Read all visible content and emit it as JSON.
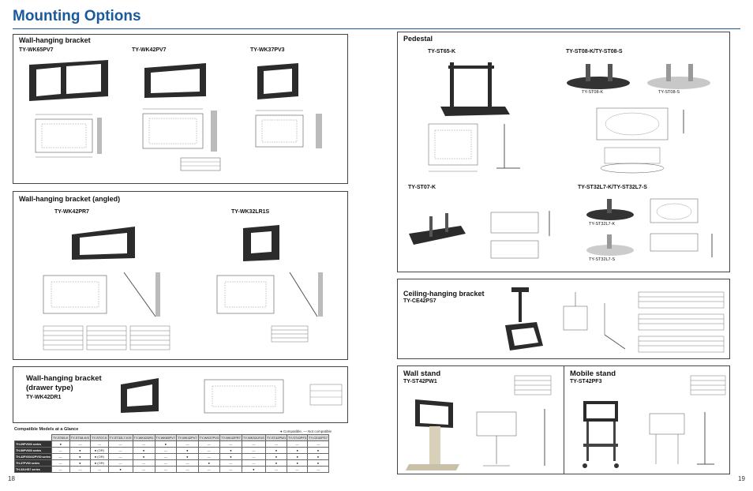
{
  "page_title": "Mounting Options",
  "page_numbers": {
    "left": "18",
    "right": "19"
  },
  "panels": {
    "wall_hanging": {
      "title": "Wall-hanging bracket",
      "models": [
        "TY-WK65PV7",
        "TY-WK42PV7",
        "TY-WK37PV3"
      ]
    },
    "wall_angled": {
      "title": "Wall-hanging bracket (angled)",
      "models": [
        "TY-WK42PR7",
        "TY-WK32LR1S"
      ]
    },
    "wall_drawer": {
      "title_line1": "Wall-hanging bracket",
      "title_line2": "(drawer type)",
      "model": "TY-WK42DR1"
    },
    "pedestal": {
      "title": "Pedestal",
      "models": [
        "TY-ST65-K",
        "TY-ST08-K/TY-ST08-S",
        "TY-ST07-K",
        "TY-ST32L7-K/TY-ST32L7-S"
      ],
      "captions": [
        "TY-ST08-K",
        "TY-ST08-S",
        "TY-ST32L7-K",
        "TY-ST32L7-S"
      ]
    },
    "ceiling": {
      "title": "Ceiling-hanging bracket",
      "model": "TY-CE42PS7"
    },
    "wall_stand": {
      "title": "Wall stand",
      "model": "TY-ST42PW1"
    },
    "mobile_stand": {
      "title": "Mobile stand",
      "model": "TY-ST42PF3"
    }
  },
  "compat": {
    "title": "Compatible Models at a Glance",
    "legend": "● Compatible,  — Not compatible",
    "columns": [
      "TY-ST65-K",
      "TY-ST08-K/S",
      "TY-ST07-K",
      "TY-ST32L7-K/S",
      "TY-WK42DR1",
      "TY-WK65PV7",
      "TY-WK42PV7",
      "TY-WK37PV3",
      "TY-WK42PR7",
      "TY-WK32LR1S",
      "TY-ST42PW1",
      "TY-ST42PF3",
      "TY-CE42PS7"
    ],
    "rows": [
      {
        "label": "TH-65PV600 series",
        "cells": [
          "●",
          "—",
          "—",
          "—",
          "—",
          "●",
          "—",
          "—",
          "—",
          "—",
          "—",
          "—",
          "—"
        ]
      },
      {
        "label": "TH-50PV600 series",
        "cells": [
          "—",
          "●",
          "● (OR)",
          "—",
          "●",
          "—",
          "●",
          "—",
          "●",
          "—",
          "●",
          "●",
          "●"
        ]
      },
      {
        "label": "TH-42PX60/42PV60 series",
        "cells": [
          "—",
          "●",
          "● (OR)",
          "—",
          "●",
          "—",
          "●",
          "—",
          "●",
          "—",
          "●",
          "●",
          "●"
        ]
      },
      {
        "label": "TH-37PV60 series",
        "cells": [
          "—",
          "●",
          "● (OR)",
          "—",
          "—",
          "—",
          "—",
          "●",
          "—",
          "—",
          "●",
          "●",
          "●"
        ]
      },
      {
        "label": "TH-32LHD7 series",
        "cells": [
          "—",
          "—",
          "—",
          "●",
          "—",
          "—",
          "—",
          "—",
          "—",
          "●",
          "—",
          "—",
          "—"
        ]
      }
    ]
  }
}
